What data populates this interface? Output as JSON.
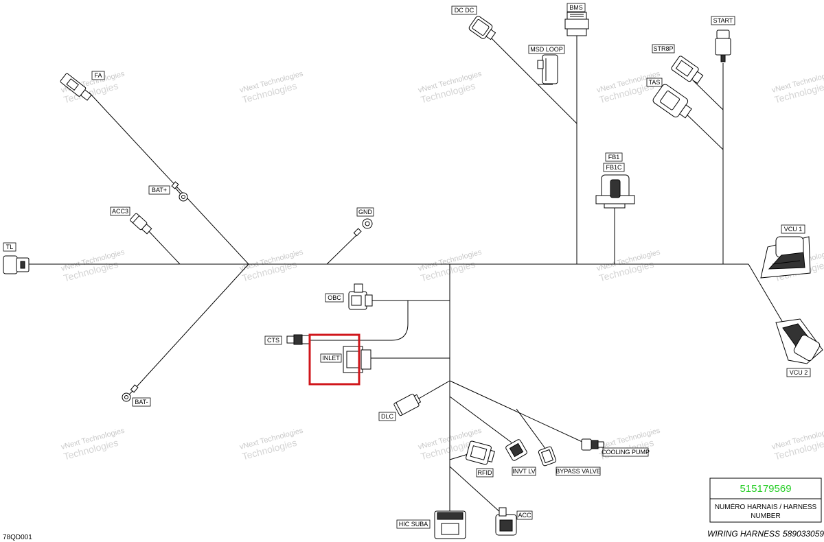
{
  "labels": {
    "dcdc": "DC DC",
    "bms": "BMS",
    "msd_loop": "MSD LOOP",
    "start": "START",
    "str8p": "STR8P",
    "tas": "TAS",
    "fa": "FA",
    "fb1": "FB1",
    "fb1c": "FB1C",
    "bat_plus": "BAT+",
    "acc3": "ACC3",
    "gnd": "GND",
    "tl": "TL",
    "vcu1": "VCU 1",
    "obc": "OBC",
    "cts": "CTS",
    "inlet": "INLET",
    "bat_minus": "BAT-",
    "vcu2": "VCU 2",
    "dlc": "DLC",
    "rfid": "RFID",
    "invt_lv": "INVT LV",
    "bypass_valve": "BYPASS VALVE",
    "cooling_pump": "COOLING PUMP",
    "hic_suba": "HIC  SUBA",
    "acc": "ACC"
  },
  "watermark": {
    "line1": "vNext Technologies",
    "line2": "Technologies"
  },
  "title_block": {
    "part_number": "515179569",
    "line1": "NUMÉRO HARNAIS / HARNESS",
    "line2": "NUMBER",
    "wiring_harness_label": "WIRING HARNESS :",
    "wiring_harness_number": "589033059"
  },
  "drawing_code": "78QD001",
  "highlight": {
    "target": "INLET",
    "color": "#d0161b"
  }
}
